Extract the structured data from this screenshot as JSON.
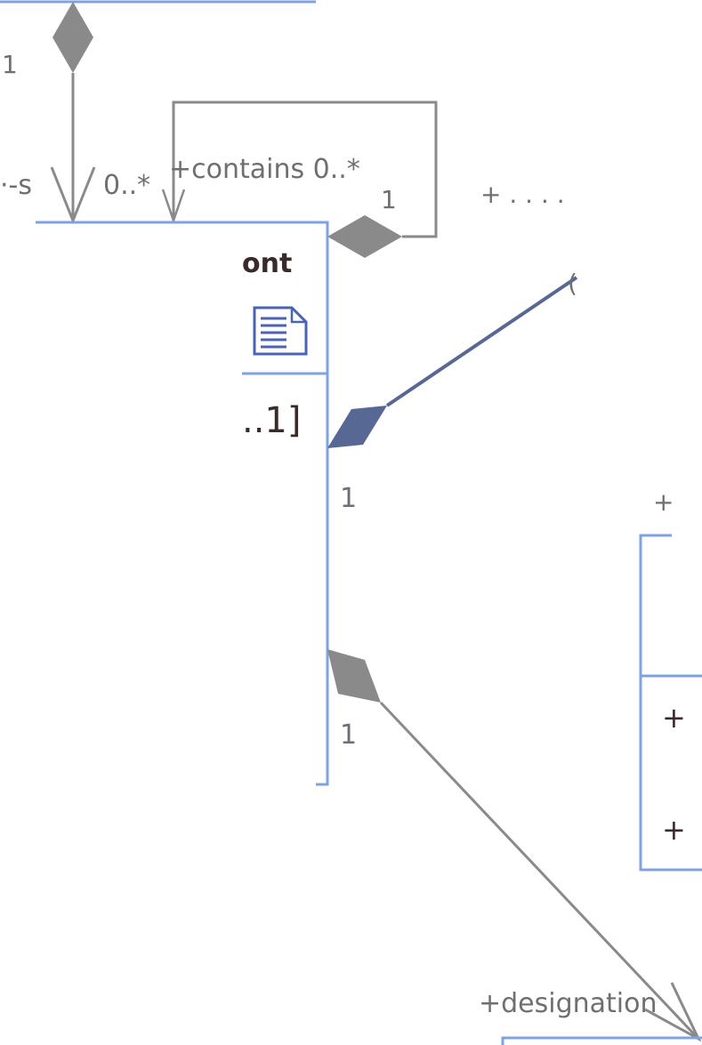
{
  "colors": {
    "class_border": "#7fa2e0",
    "connector": "#8a8a8a",
    "composition_dark": "#586894",
    "label": "#6f6f6f",
    "icon": "#4b63b3"
  },
  "icons": {
    "class_icon": "document-icon"
  },
  "labels": {
    "top_multiplicity": "1",
    "left_role_fragment": "·-s",
    "left_multiplicity": "0..*",
    "self_role": "+contains 0..*",
    "self_owner_multiplicity": "1",
    "right_role_fragment": "+ . . . .",
    "right_end_multiplicity": "(",
    "class_name_fragment": "ont",
    "attribute_fragment": "..1]",
    "right_assoc_multiplicity": "1",
    "lower_assoc_multiplicity": "1",
    "right_class_role_fragment": "+",
    "right_class_attr_1": "+",
    "right_class_attr_2": "+",
    "designation_role": "+designation"
  }
}
